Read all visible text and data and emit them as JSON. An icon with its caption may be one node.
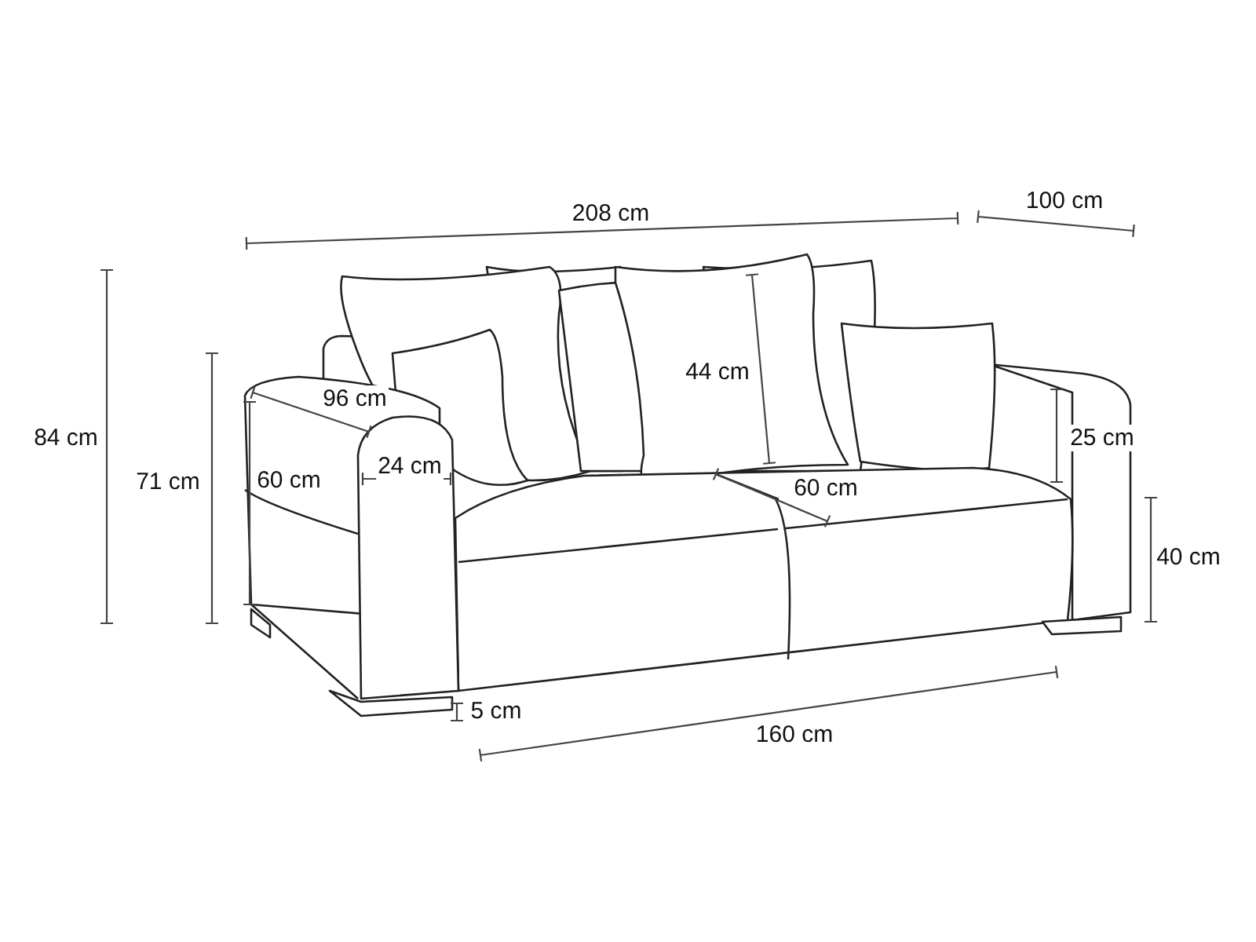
{
  "diagram": {
    "labels": [
      "208 cm",
      "100 cm",
      "44 cm",
      "96 cm",
      "84 cm",
      "25 cm",
      "71 cm",
      "60 cm",
      "24 cm",
      "60 cm",
      "40 cm",
      "5 cm",
      "160 cm"
    ]
  }
}
